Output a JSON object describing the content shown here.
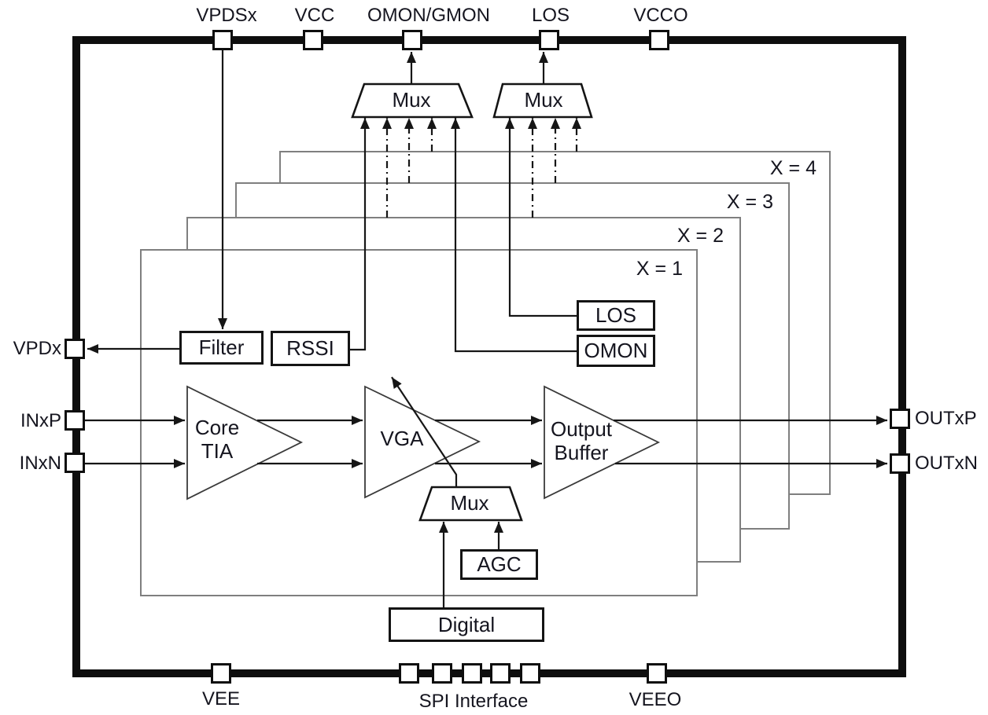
{
  "figure": {
    "kind": "IC functional block diagram",
    "channels": [
      {
        "label": "X = 1"
      },
      {
        "label": "X = 2"
      },
      {
        "label": "X = 3"
      },
      {
        "label": "X = 4"
      }
    ],
    "pins": {
      "top": [
        {
          "label": "VPDSx"
        },
        {
          "label": "VCC"
        },
        {
          "label": "OMON/GMON"
        },
        {
          "label": "LOS"
        },
        {
          "label": "VCCO"
        }
      ],
      "bottom": [
        {
          "label": "VEE"
        },
        {
          "label": "SPI Interface"
        },
        {
          "label": "VEEO"
        }
      ],
      "left": [
        {
          "label": "VPDx"
        },
        {
          "label": "INxP"
        },
        {
          "label": "INxN"
        }
      ],
      "right": [
        {
          "label": "OUTxP"
        },
        {
          "label": "OUTxN"
        }
      ]
    },
    "blocks": {
      "mux_omon_gmon": {
        "label": "Mux"
      },
      "mux_los": {
        "label": "Mux"
      },
      "mux_gain": {
        "label": "Mux"
      },
      "filter": {
        "label": "Filter"
      },
      "rssi": {
        "label": "RSSI"
      },
      "los": {
        "label": "LOS"
      },
      "omon": {
        "label": "OMON"
      },
      "core_tia": {
        "label": "Core\nTIA"
      },
      "vga": {
        "label": "VGA"
      },
      "output_buffer": {
        "label": "Output\nBuffer"
      },
      "agc": {
        "label": "AGC"
      },
      "digital": {
        "label": "Digital"
      }
    },
    "spi_pin_count": 5,
    "colors": {
      "line": "#161616",
      "channel_outline": "#7f7f7f",
      "text": "#15151f",
      "background": "#ffffff",
      "block_fill": "#ffffff"
    }
  }
}
